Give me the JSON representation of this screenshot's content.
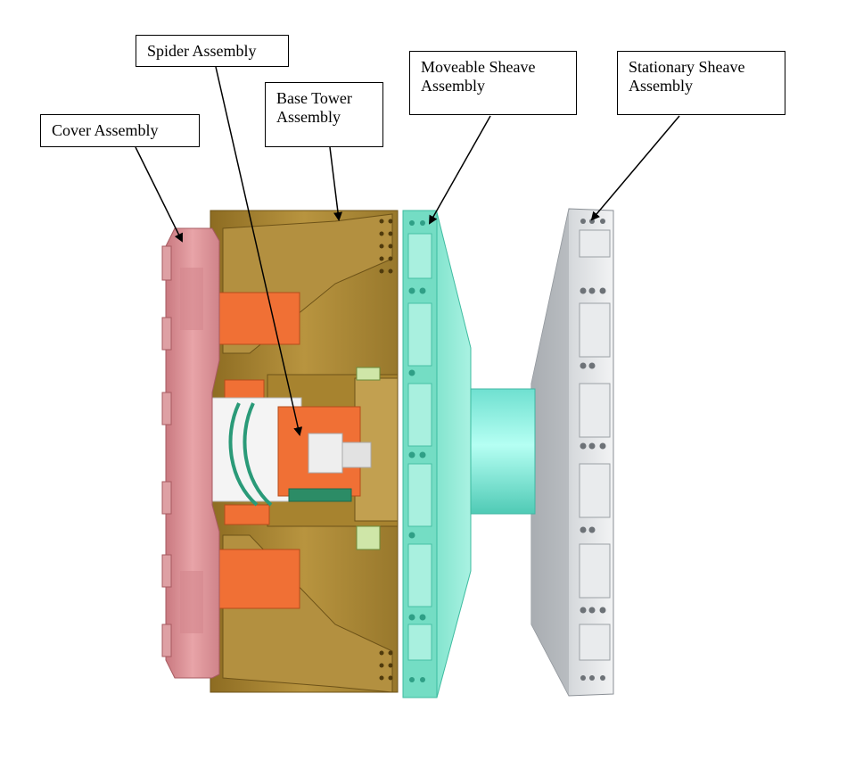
{
  "labels": {
    "spider": "Spider Assembly",
    "cover": "Cover Assembly",
    "base_tower": "Base Tower\nAssembly",
    "moveable_sheave": "Moveable Sheave\nAssembly",
    "stationary_sheave": "Stationary Sheave\nAssembly"
  },
  "colors": {
    "cover": "#d88f94",
    "base_tower": "#a88634",
    "spider": "#f07035",
    "moveable_sheave": "#7fe3cc",
    "stationary_sheave": "#c9cccf",
    "spring": "#2a9a78"
  }
}
